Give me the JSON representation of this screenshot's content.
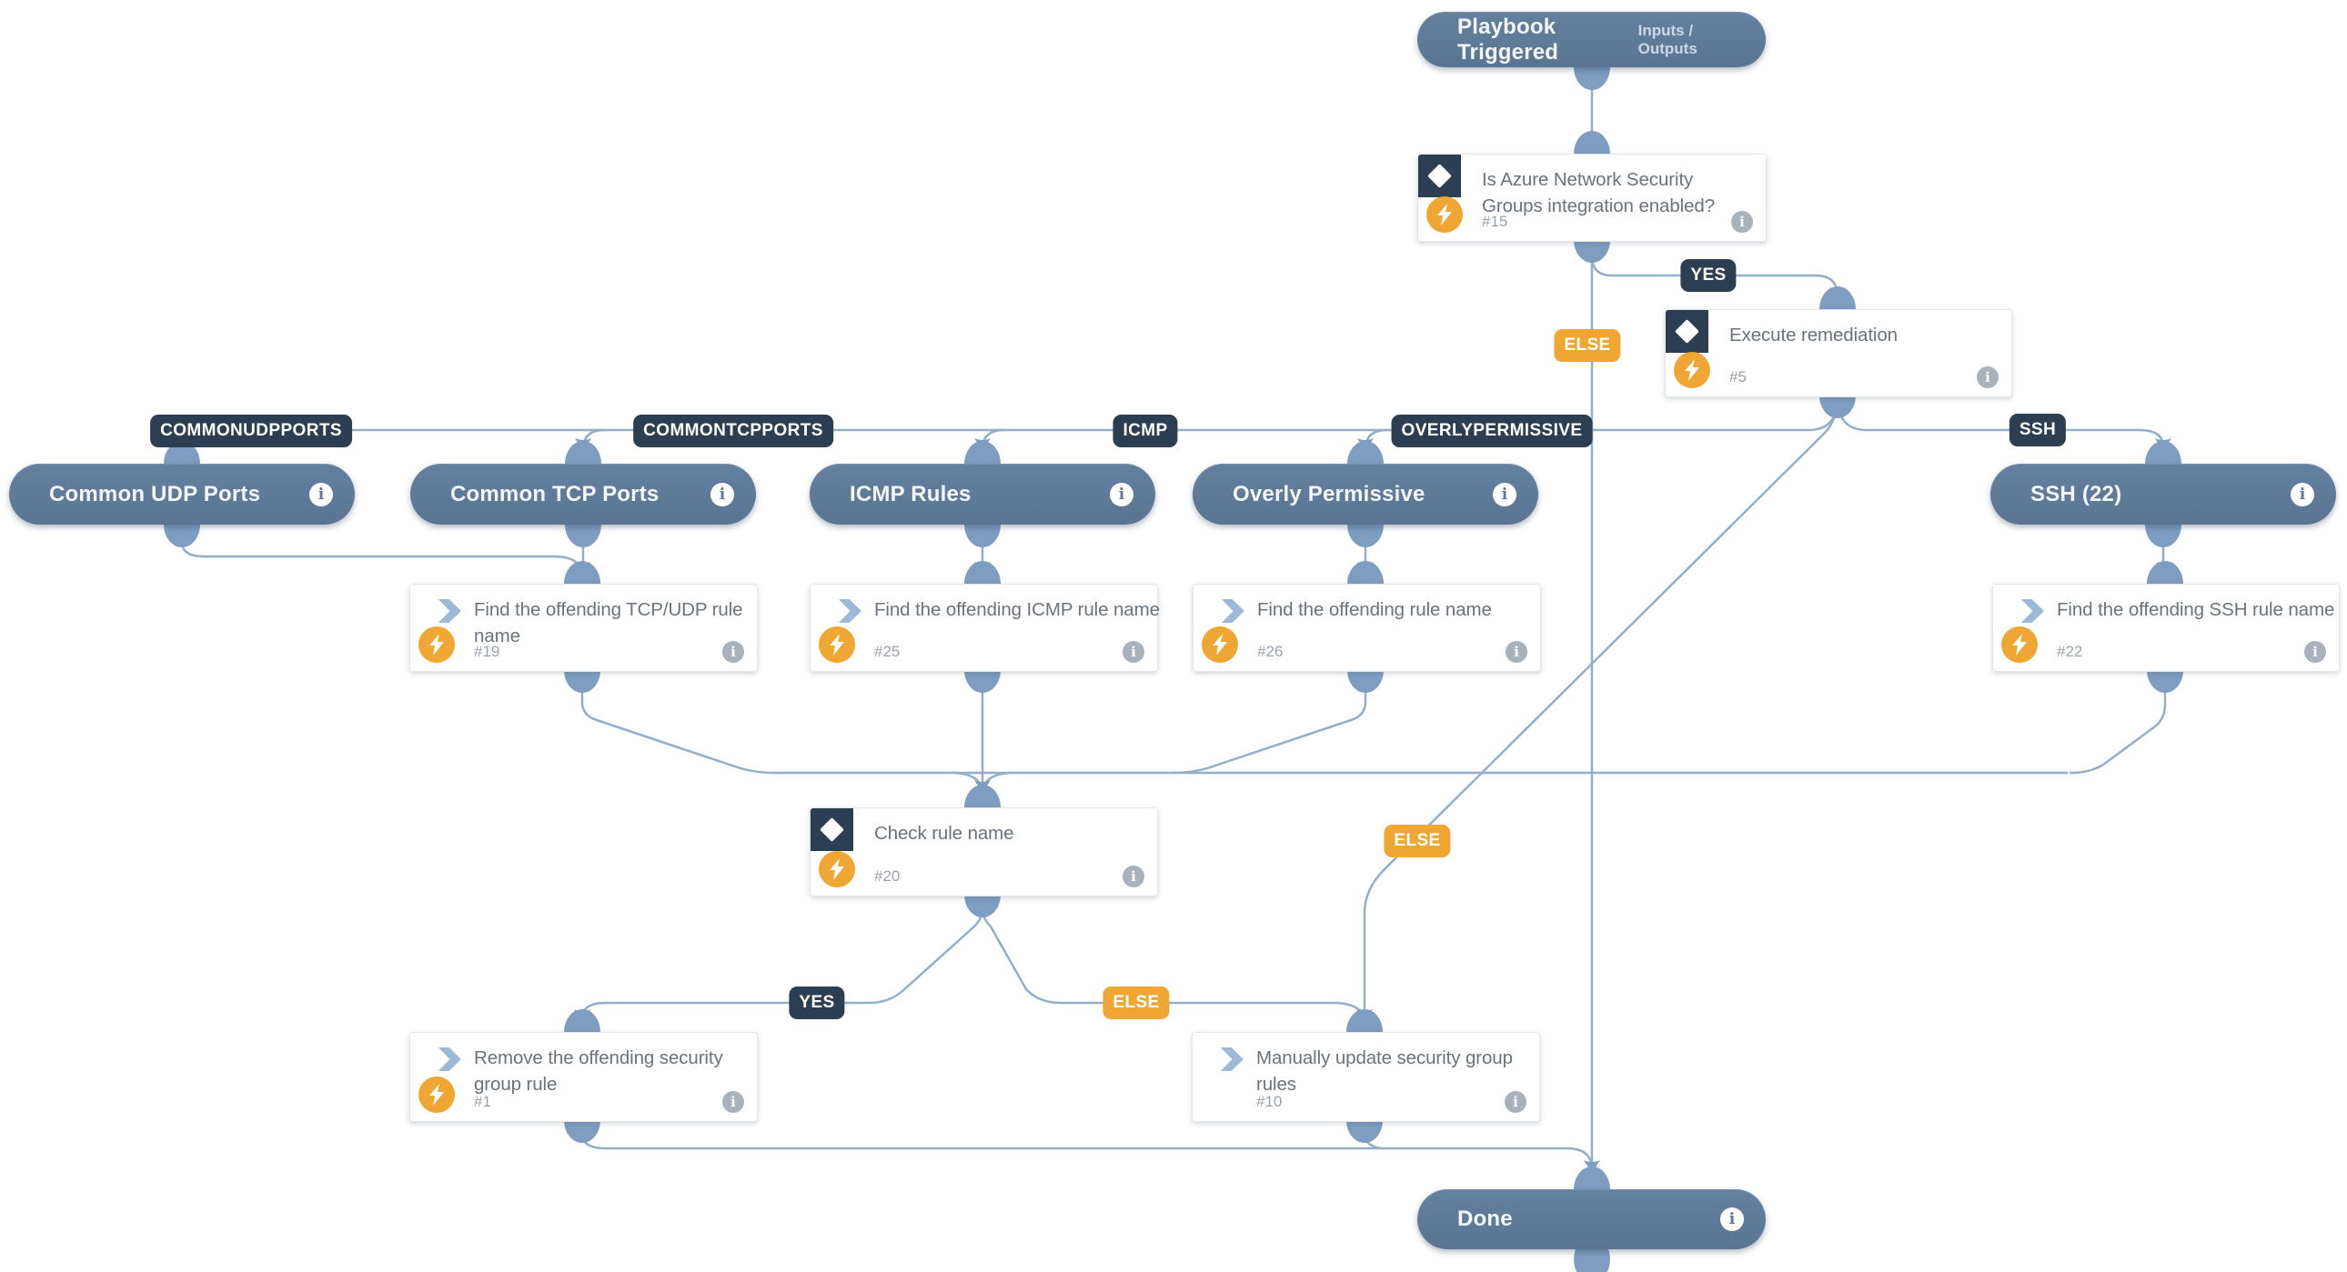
{
  "colors": {
    "node_blue": "#5e7897",
    "label_dark": "#2c3f52",
    "label_orange": "#f0a632",
    "edge_blue": "#92aec9",
    "connector_blue": "#7e9dc1",
    "card_text": "#6a737c"
  },
  "icons": {
    "info": "i"
  },
  "nodes": {
    "playbook_triggered": {
      "title": "Playbook Triggered",
      "link": "Inputs / Outputs"
    },
    "azure_condition": {
      "title": "Is Azure Network Security Groups integration enabled?",
      "id": "#15"
    },
    "execute_remediation": {
      "title": "Execute remediation",
      "id": "#5"
    },
    "common_udp": {
      "title": "Common UDP Ports"
    },
    "common_tcp": {
      "title": "Common TCP Ports"
    },
    "icmp_rules": {
      "title": "ICMP Rules"
    },
    "overly_permissive": {
      "title": "Overly Permissive"
    },
    "ssh_22": {
      "title": "SSH (22)"
    },
    "find_tcp_udp": {
      "title": "Find the offending TCP/UDP rule name",
      "id": "#19"
    },
    "find_icmp": {
      "title": "Find the offending ICMP rule name",
      "id": "#25"
    },
    "find_rule": {
      "title": "Find the offending rule name",
      "id": "#26"
    },
    "find_ssh": {
      "title": "Find the offending SSH rule name",
      "id": "#22"
    },
    "check_rule_name": {
      "title": "Check rule name",
      "id": "#20"
    },
    "remove_rule": {
      "title": "Remove the offending security group rule",
      "id": "#1"
    },
    "manual_update": {
      "title": "Manually update security group rules",
      "id": "#10"
    },
    "done": {
      "title": "Done"
    }
  },
  "edge_labels": {
    "yes_top": "YES",
    "else_top": "ELSE",
    "commonudpports": "COMMONUDPPORTS",
    "commontcpports": "COMMONTCPPORTS",
    "icmp": "ICMP",
    "overlypermissive": "OVERLYPERMISSIVE",
    "ssh": "SSH",
    "else_mid": "ELSE",
    "yes_bottom": "YES",
    "else_bottom": "ELSE"
  }
}
